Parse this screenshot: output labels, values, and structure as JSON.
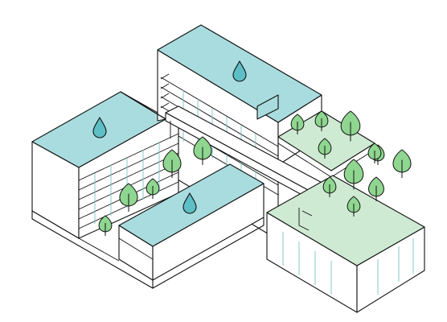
{
  "title": "",
  "colors": {
    "background": "#ffffff",
    "outline": "#111111",
    "wall": "#ffffff",
    "green_roof_water": "#a9dcdf",
    "garden_roof": "#cfead3",
    "tree_fill": "#8fd690",
    "glazing_line": "#7bc3c4"
  },
  "icons": {
    "water": "water-drop-icon",
    "tree": "leaf-tree-icon"
  },
  "components": [
    {
      "name": "tall-slab-building",
      "roof": "water-collection-roof"
    },
    {
      "name": "left-block-building",
      "roof": "water-collection-roof"
    },
    {
      "name": "courtyard-low-building",
      "roof": "water-collection-roof"
    },
    {
      "name": "skybridge",
      "roof": "planted-terrace"
    },
    {
      "name": "corner-podium",
      "roof": "planted-garden"
    }
  ]
}
